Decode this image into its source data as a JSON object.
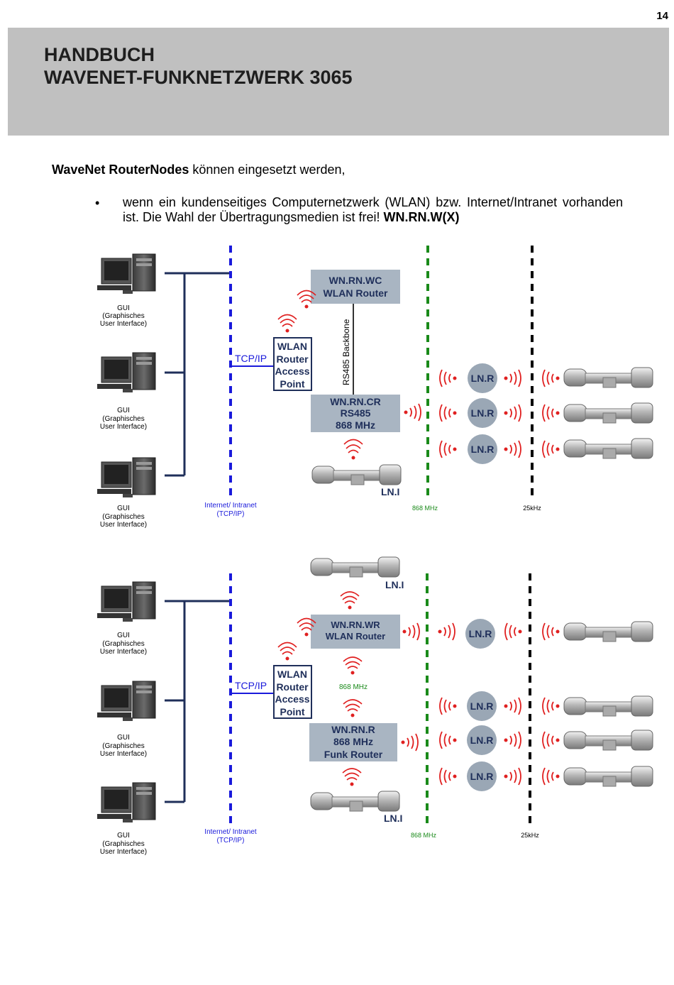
{
  "page": {
    "number": "14"
  },
  "header": {
    "line1": "HANDBUCH",
    "line2": "WAVENET-FUNKNETZWERK 3065"
  },
  "intro": {
    "bold": "WaveNet RouterNodes",
    "rest": " können eingesetzt werden,"
  },
  "bullet": {
    "text": "wenn ein kundenseitiges Computernetzwerk (WLAN) bzw. Internet/Intranet vorhanden ist. Die Wahl der Übertragungsmedien ist frei!",
    "code": "WN.RN.W(X)"
  },
  "diagram1": {
    "gui": [
      "GUI",
      "(Graphisches",
      "User Interface)"
    ],
    "tcpip_label": "TCP/IP",
    "internet": [
      "Internet/ Intranet",
      "(TCP/IP)"
    ],
    "ap": [
      "WLAN",
      "Router",
      "Access",
      "Point"
    ],
    "wc": [
      "WN.RN.WC",
      "WLAN Router"
    ],
    "backbone": "RS485 Backbone",
    "cr": [
      "WN.RN.CR",
      "RS485",
      "868 MHz"
    ],
    "lni": "LN.I",
    "lnr": "LN.R",
    "freq868": "868 MHz",
    "freq25": "25kHz"
  },
  "diagram2": {
    "gui": [
      "GUI",
      "(Graphisches",
      "User Interface)"
    ],
    "tcpip_label": "TCP/IP",
    "internet": [
      "Internet/ Intranet",
      "(TCP/IP)"
    ],
    "ap": [
      "WLAN",
      "Router",
      "Access",
      "Point"
    ],
    "wr": [
      "WN.RN.WR",
      "WLAN Router"
    ],
    "mid868": "868 MHz",
    "r": [
      "WN.RN.R",
      "868 MHz",
      "Funk Router"
    ],
    "lni": "LN.I",
    "lnr": "LN.R",
    "freq868": "868 MHz",
    "freq25": "25kHz"
  },
  "colors": {
    "tcpip_blue": "#1a1adb",
    "mhz_green": "#1a8a1a",
    "box_gray": "#a9b5c2",
    "node_gray": "#9aa7b5",
    "signal_red": "#e02020"
  }
}
